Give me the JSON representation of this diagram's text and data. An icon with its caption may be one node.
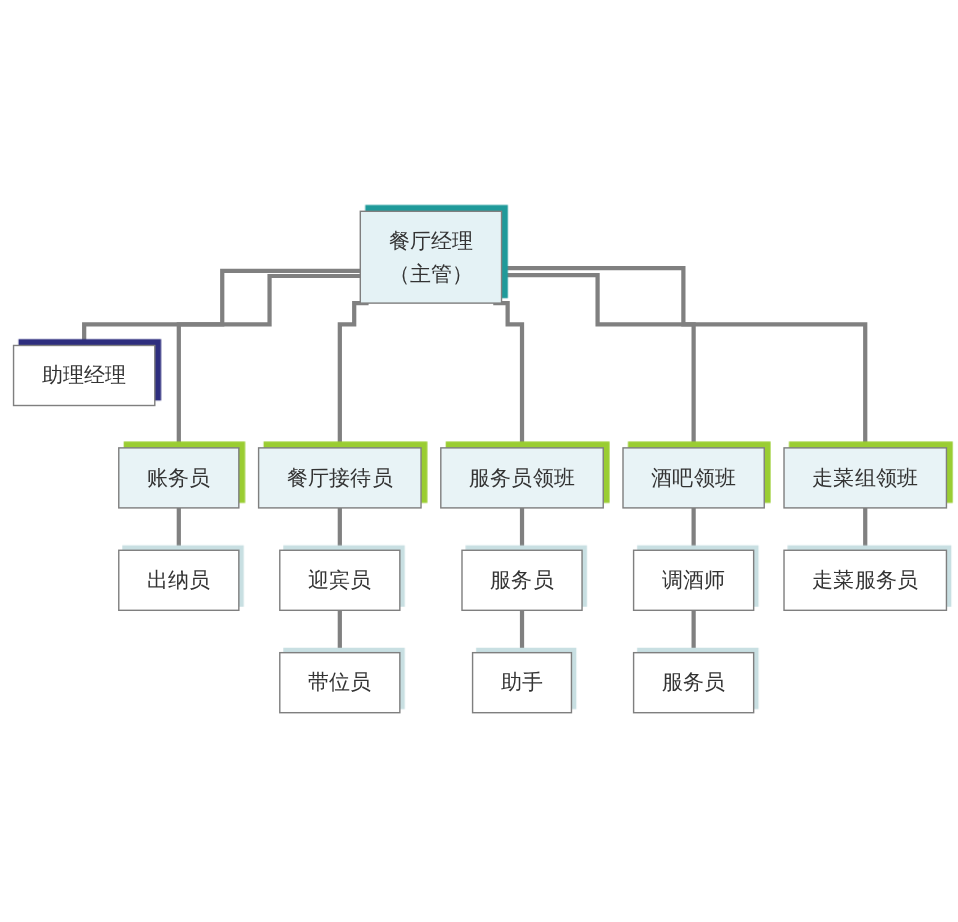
{
  "diagram": {
    "nodes": [
      {
        "text": [
          "餐厅经理",
          "（主管）"
        ]
      },
      {
        "text": [
          "助理经理"
        ]
      },
      {
        "text": [
          "账务员"
        ]
      },
      {
        "text": [
          "餐厅接待员"
        ]
      },
      {
        "text": [
          "服务员领班"
        ]
      },
      {
        "text": [
          "酒吧领班"
        ]
      },
      {
        "text": [
          "走菜组领班"
        ]
      },
      {
        "text": [
          "出纳员"
        ]
      },
      {
        "text": [
          "迎宾员"
        ]
      },
      {
        "text": [
          "服务员"
        ]
      },
      {
        "text": [
          "调酒师"
        ]
      },
      {
        "text": [
          "走菜服务员"
        ]
      },
      {
        "text": [
          "带位员"
        ]
      },
      {
        "text": [
          "助手"
        ]
      },
      {
        "text": [
          "服务员"
        ]
      }
    ],
    "edges": [
      {
        "from": 0,
        "to": 1,
        "arrow": "none"
      },
      {
        "from": 0,
        "to": 2,
        "arrow": "none"
      },
      {
        "from": 0,
        "to": 3,
        "arrow": "none"
      },
      {
        "from": 0,
        "to": 4,
        "arrow": "none"
      },
      {
        "from": 0,
        "to": 5,
        "arrow": "none"
      },
      {
        "from": 0,
        "to": 6,
        "arrow": "none"
      },
      {
        "from": 2,
        "to": 7,
        "arrow": "none"
      },
      {
        "from": 3,
        "to": 8,
        "arrow": "none"
      },
      {
        "from": 4,
        "to": 9,
        "arrow": "none"
      },
      {
        "from": 5,
        "to": 10,
        "arrow": "none"
      },
      {
        "from": 6,
        "to": 11,
        "arrow": "none"
      },
      {
        "from": 8,
        "to": 12,
        "arrow": "none"
      },
      {
        "from": 9,
        "to": 13,
        "arrow": "none"
      },
      {
        "from": 10,
        "to": 14,
        "arrow": "none"
      }
    ]
  }
}
